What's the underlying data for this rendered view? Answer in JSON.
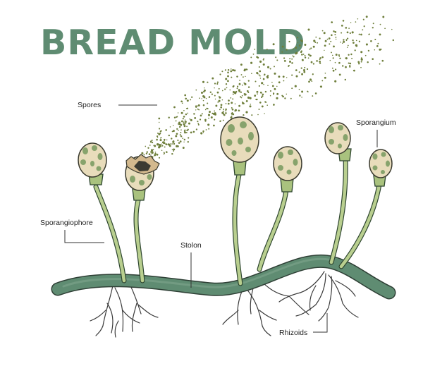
{
  "title": "BREAD MOLD",
  "labels": {
    "spores": "Spores",
    "sporangium": "Sporangium",
    "sporangiophore": "Sporangiophore",
    "stolon": "Stolon",
    "rhizoids": "Rhizoids"
  },
  "colors": {
    "title": "#5f8c72",
    "stolon": "#5f8c72",
    "stalk": "#b9cf8f",
    "sporangium": "#e8dcbb",
    "sporangium_spots": "#87a36c",
    "spores": "#6f7f3c",
    "rhizoids": "#3a3a3a"
  }
}
